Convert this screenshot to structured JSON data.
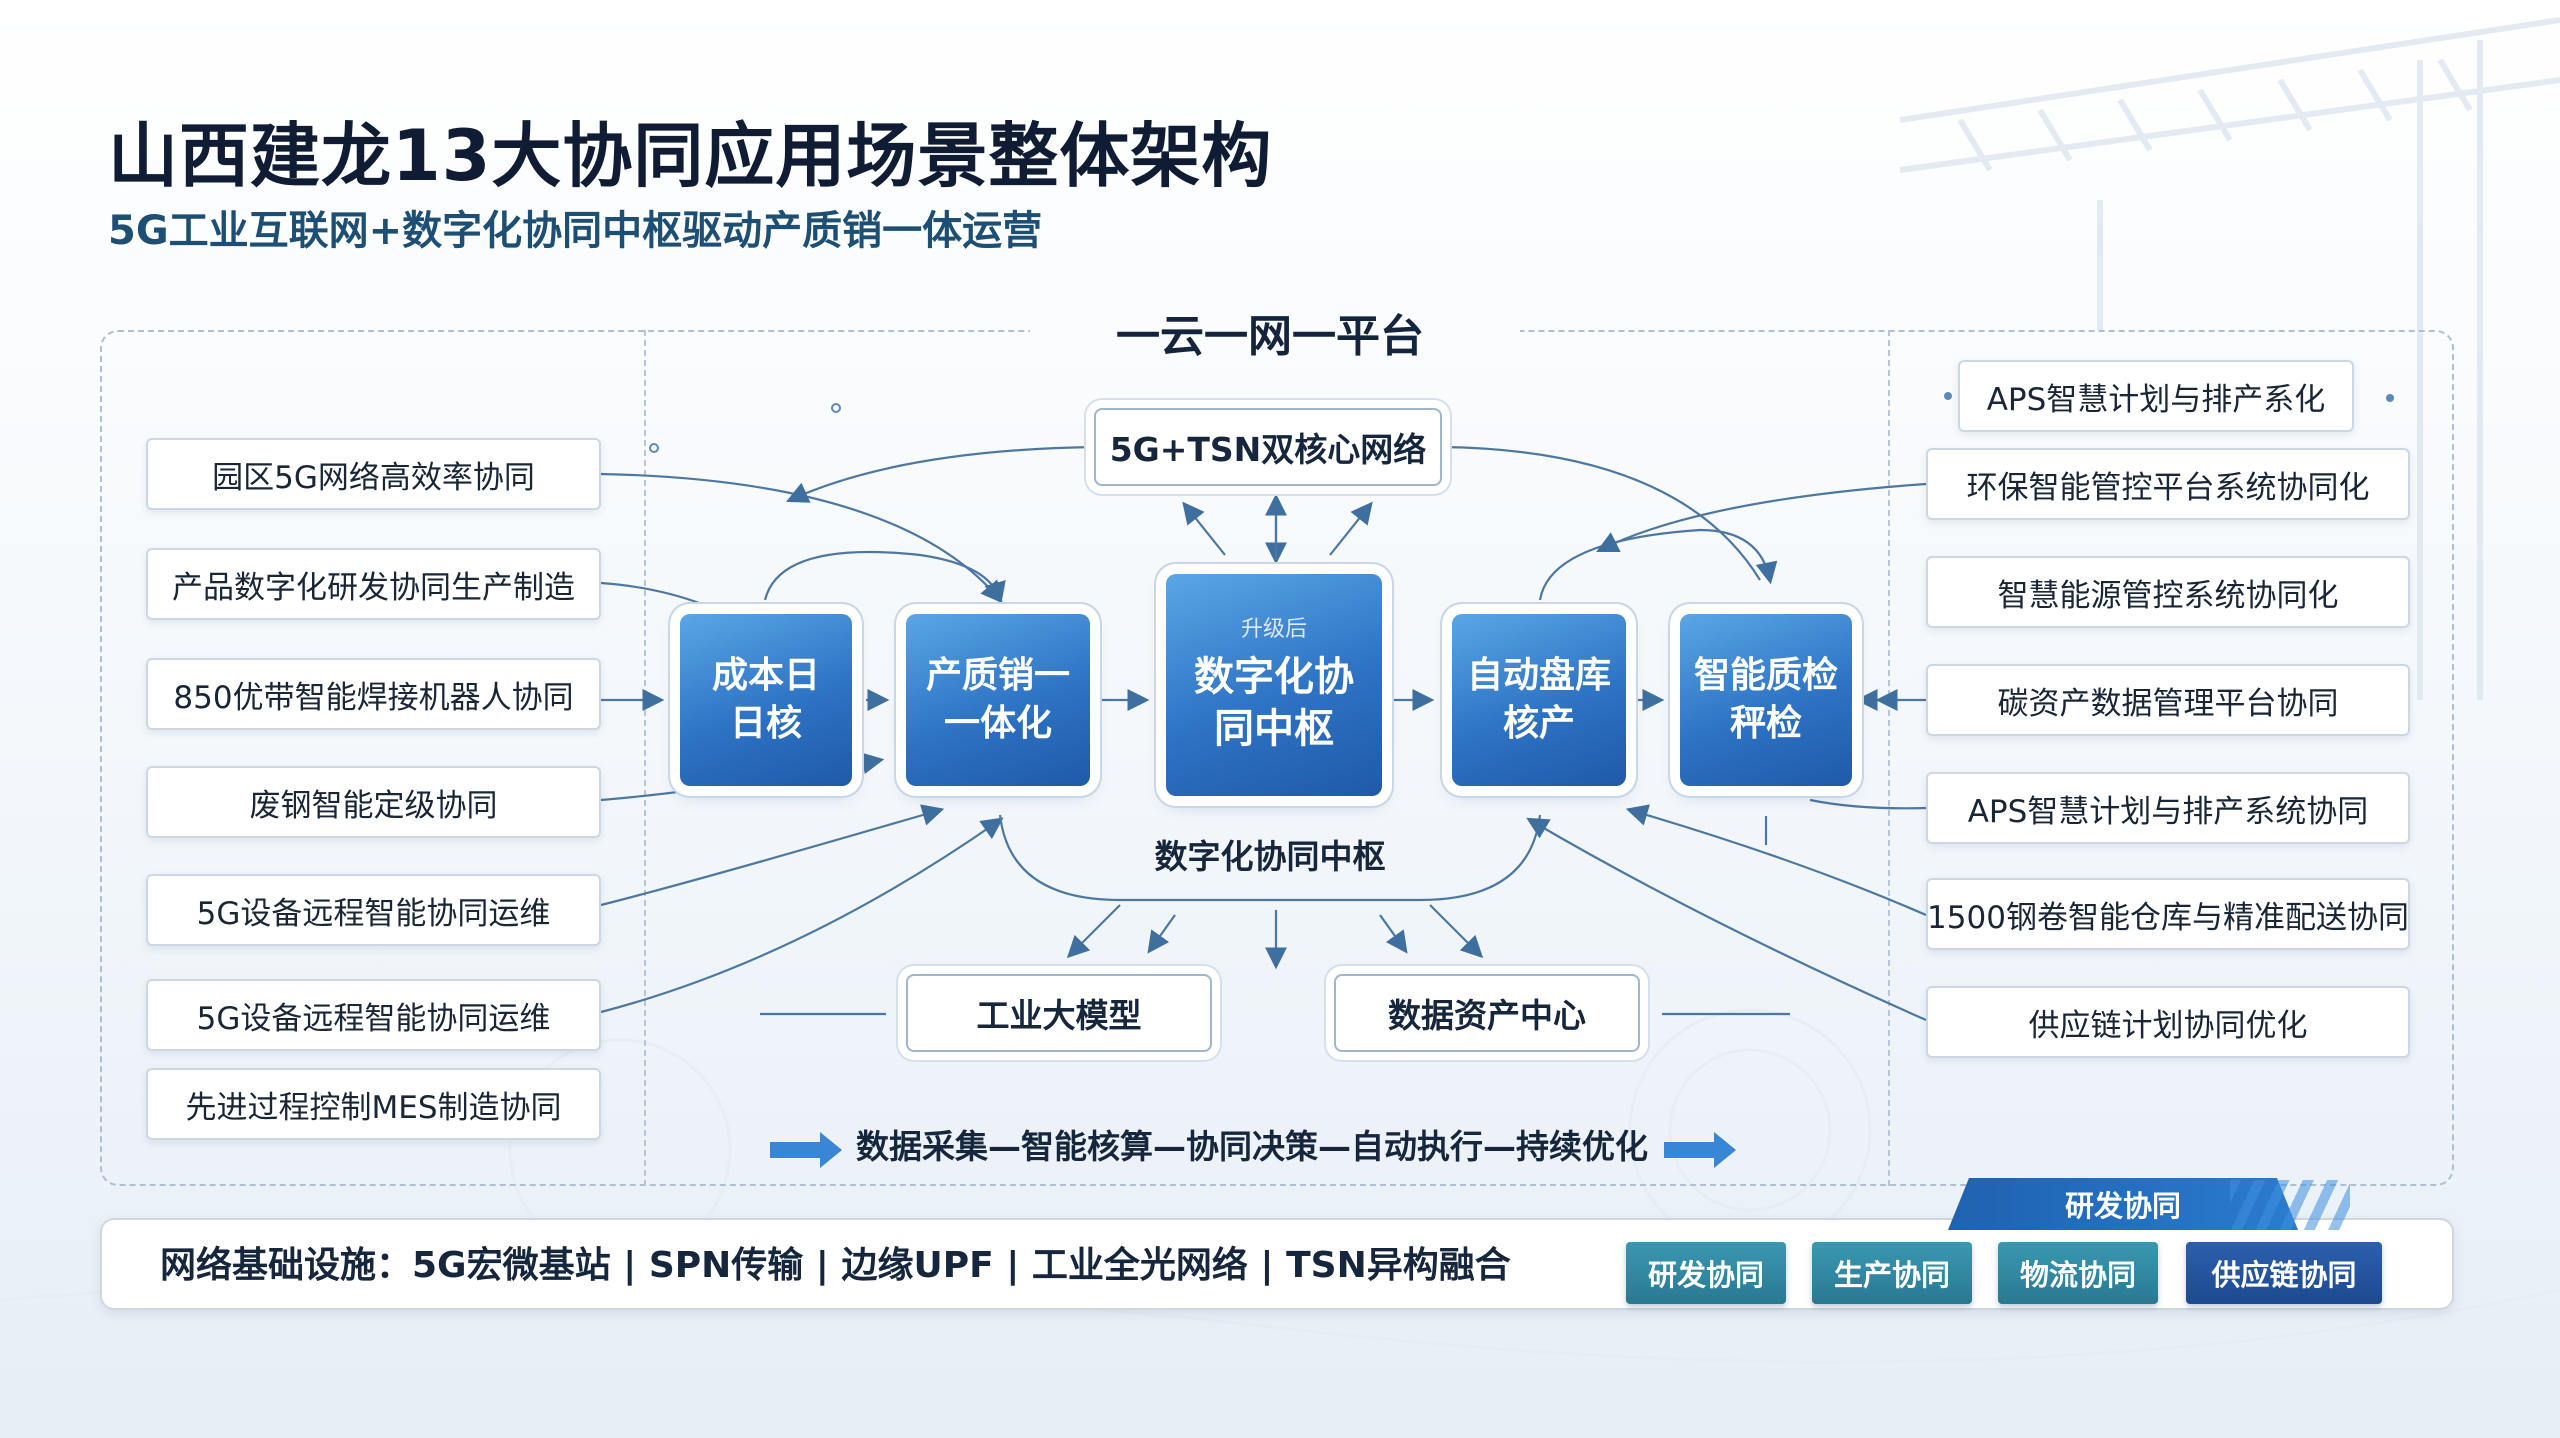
{
  "header": {
    "title": "山西建龙13大协同应用场景整体架构",
    "subtitle": "5G工业互联网+数字化协同中枢驱动产质销一体运营"
  },
  "platform": {
    "title": "一云一网一平台",
    "network_box": "5G+TSN双核心网络",
    "hub_label": "数字化协同中枢"
  },
  "left_items": [
    "园区5G网络高效率协同",
    "产品数字化研发协同生产制造",
    "850优带智能焊接机器人协同",
    "废钢智能定级协同",
    "5G设备远程智能协同运维",
    "5G设备远程智能协同运维",
    "先进过程控制MES制造协同"
  ],
  "right_items": [
    "APS智慧计划与排产系化",
    "环保智能管控平台系统协同化",
    "智慧能源管控系统协同化",
    "碳资产数据管理平台协同",
    "APS智慧计划与排产系统协同",
    "1500钢卷智能仓库与精准配送协同",
    "供应链计划协同优化"
  ],
  "nodes": {
    "cost": {
      "line1": "成本日",
      "line2": "日核"
    },
    "integration": {
      "line1": "产质销一",
      "line2": "一体化"
    },
    "center": {
      "small": "升级后",
      "line1": "数字化协",
      "line2": "同中枢"
    },
    "inventory": {
      "line1": "自动盘库",
      "line2": "核产"
    },
    "quality": {
      "line1": "智能质检",
      "line2": "秤检"
    }
  },
  "bottom_boxes": {
    "model": "工业大模型",
    "data_center": "数据资产中心"
  },
  "flow": "数据采集—智能核算—协同决策—自动执行—持续优化",
  "infrastructure": "网络基础设施：5G宏微基站 | SPN传输 | 边缘UPF | 工业全光网络 | TSN异构融合",
  "collaboration": {
    "tab": "研发协同",
    "buttons": [
      "研发协同",
      "生产协同",
      "物流协同",
      "供应链协同"
    ]
  },
  "colors": {
    "node_blue": "#2e73c4",
    "teal_button": "#2f87a0",
    "navy_button": "#1f4f9a",
    "arrow_blue": "#3a86d6"
  }
}
